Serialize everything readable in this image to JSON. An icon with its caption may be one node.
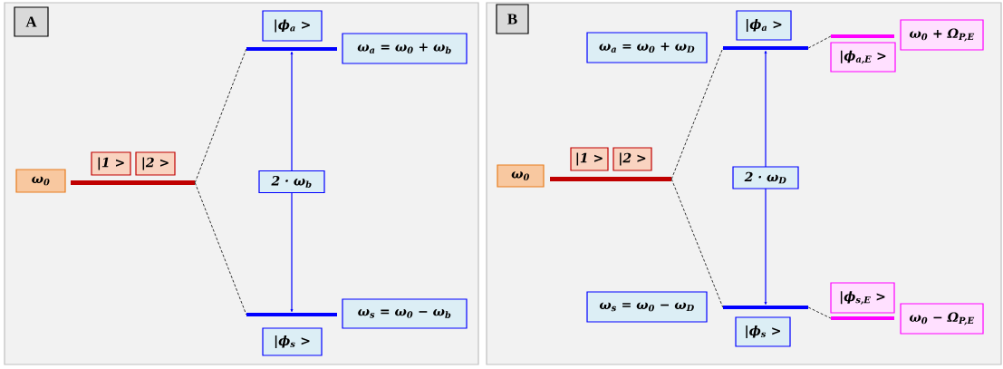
{
  "diagram": {
    "nodes": [
      {
        "text": [
          "A"
        ]
      },
      {
        "text": [
          "ω$_{0}$"
        ]
      },
      {
        "text": [
          "|1 >"
        ]
      },
      {
        "text": [
          "|2 >"
        ]
      },
      {
        "text": [],
        "shape": "bar"
      },
      {
        "text": [
          "|ϕ$_{a}$ >"
        ]
      },
      {
        "text": [
          "ω$_{a}$ = ω$_{0}$ + ω$_{b}$"
        ]
      },
      {
        "text": [],
        "shape": "bar"
      },
      {
        "text": [],
        "shape": "bar"
      },
      {
        "text": [
          "ω$_{s}$ = ω$_{0}$ − ω$_{b}$"
        ]
      },
      {
        "text": [
          "|ϕ$_{s}$ >"
        ]
      },
      {
        "text": [
          "B"
        ]
      },
      {
        "text": [
          "ω$_{0}$"
        ]
      },
      {
        "text": [
          "|1 >"
        ]
      },
      {
        "text": [
          "|2 >"
        ]
      },
      {
        "text": [],
        "shape": "bar"
      },
      {
        "text": [
          "ω$_{a}$ = ω$_{0}$ + ω$_{D}$"
        ]
      },
      {
        "text": [
          "|ϕ$_{a}$ >"
        ]
      },
      {
        "text": [],
        "shape": "bar"
      },
      {
        "text": [],
        "shape": "bar"
      },
      {
        "text": [
          "ω$_{0}$ + Ω$_{P,E}$"
        ]
      },
      {
        "text": [
          "|ϕ$_{a,E}$ >"
        ]
      },
      {
        "text": [
          "|ϕ$_{s,E}$ >"
        ]
      },
      {
        "text": [],
        "shape": "bar"
      },
      {
        "text": [],
        "shape": "bar"
      },
      {
        "text": [
          "ω$_{0}$ − Ω$_{P,E}$"
        ]
      },
      {
        "text": [
          "ω$_{s}$ = ω$_{0}$ − ω$_{D}$"
        ]
      },
      {
        "text": [
          "|ϕ$_{s}$ >"
        ]
      }
    ],
    "edges": [
      {
        "from": 4,
        "to": 7,
        "arrow": "none",
        "style": "dashed"
      },
      {
        "from": 4,
        "to": 8,
        "arrow": "none",
        "style": "dashed"
      },
      {
        "from": 7,
        "to": 8,
        "arrow": "both",
        "label": "2 · ω$_{b}$",
        "color": "#0000ff"
      },
      {
        "from": 15,
        "to": 18,
        "arrow": "none",
        "style": "dashed"
      },
      {
        "from": 15,
        "to": 23,
        "arrow": "none",
        "style": "dashed"
      },
      {
        "from": 18,
        "to": 23,
        "arrow": "both",
        "label": "2 · ω$_{D}$",
        "color": "#0000ff"
      },
      {
        "from": 18,
        "to": 19,
        "arrow": "none",
        "style": "dashed"
      },
      {
        "from": 23,
        "to": 24,
        "arrow": "none",
        "style": "dashed"
      }
    ]
  }
}
